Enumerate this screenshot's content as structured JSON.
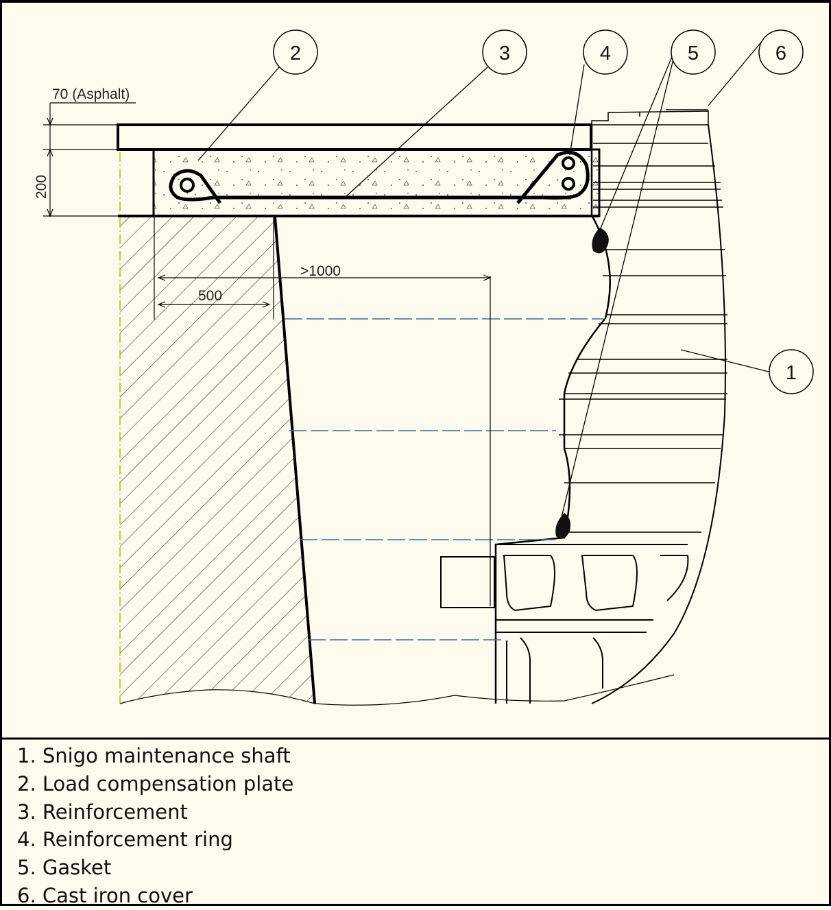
{
  "dimensions": {
    "asphalt": "70 (Asphalt)",
    "plate_height": "200",
    "overhang": "500",
    "distance": ">1000"
  },
  "callouts": [
    "1",
    "2",
    "3",
    "4",
    "5",
    "6"
  ],
  "legend": [
    "1. Snigo maintenance shaft",
    "2. Load compensation plate",
    "3. Reinforcement",
    "4. Reinforcement ring",
    "5. Gasket",
    "6. Cast iron cover"
  ],
  "colors": {
    "background": "#fefaed",
    "line": "#000000",
    "hatch": "#333333",
    "water_line": "#2f6f9f",
    "axis": "#b8b800"
  }
}
